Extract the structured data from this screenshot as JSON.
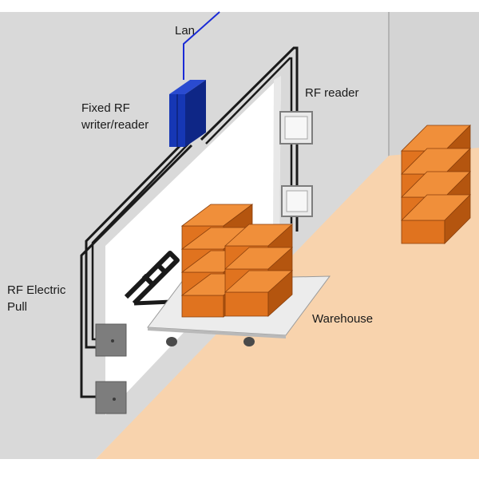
{
  "labels": {
    "lan": "Lan",
    "fixed_rf_line1": "Fixed RF",
    "fixed_rf_line2": "writer/reader",
    "rf_reader": "RF reader",
    "rf_electric_line1": "RF Electric",
    "rf_electric_line2": "Pull",
    "warehouse": "Warehouse"
  },
  "colors": {
    "wall": "#d9d9d9",
    "floor": "#f8d3ad",
    "gate_panel": "#ffffff",
    "writer": "#1637b5",
    "lan_cable": "#1a2bd6",
    "box_front": "#e0731f",
    "box_top": "#f08f3a",
    "box_side": "#b4550f",
    "cable": "#1a1a1a"
  },
  "icons": {
    "writer": "rf-writer-reader-device",
    "reader": "rf-reader-antenna",
    "pull": "rf-electric-pull-switch",
    "cart": "pallet-cart"
  }
}
